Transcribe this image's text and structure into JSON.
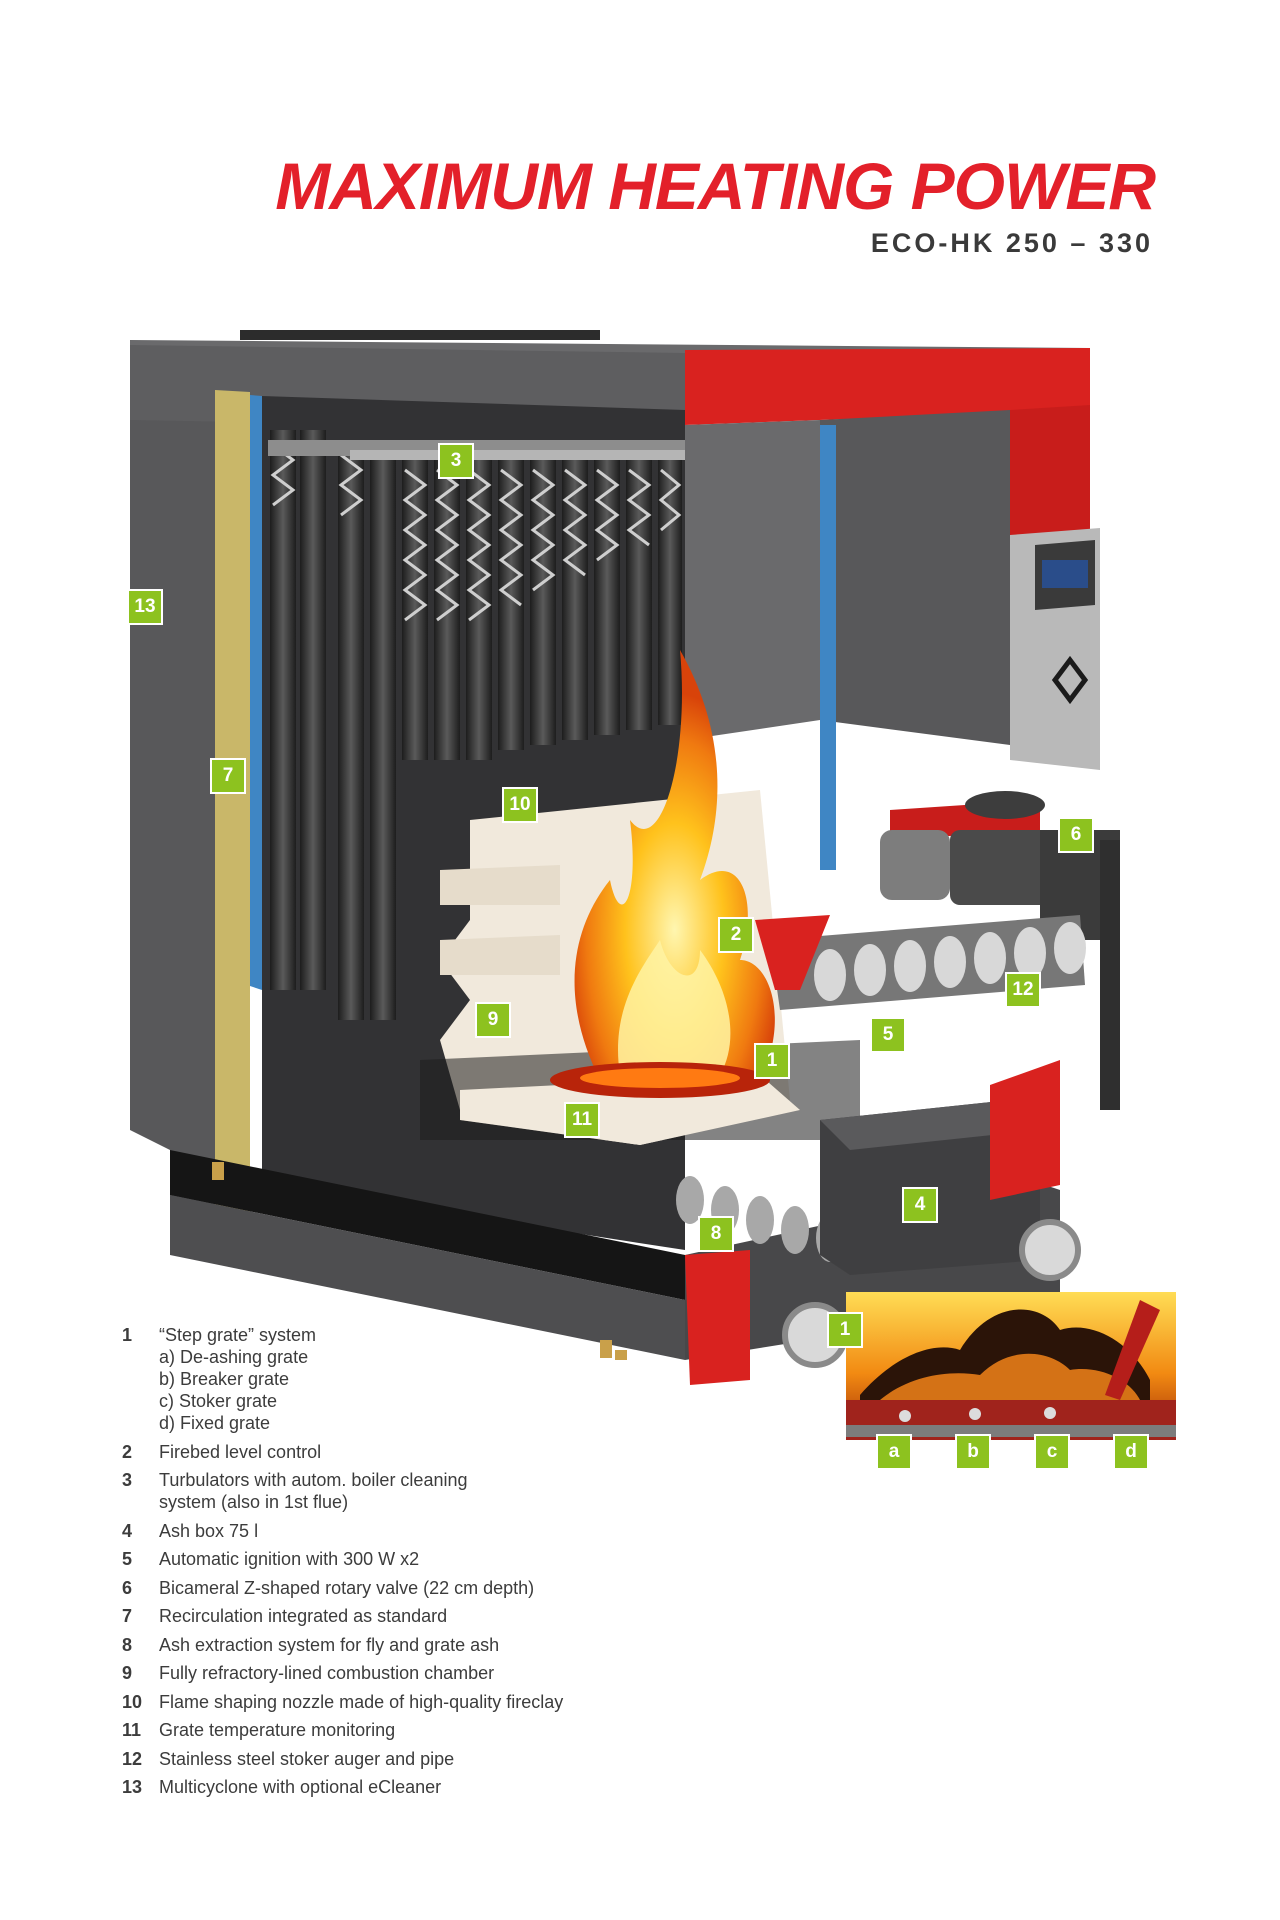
{
  "header": {
    "title": "MAXIMUM HEATING POWER",
    "subtitle": "ECO-HK 250 – 330"
  },
  "colors": {
    "accent_red": "#e3202a",
    "label_green": "#8dc21f",
    "housing_grey": "#5b5b5d",
    "insulation_yellow": "#c9b769",
    "refractory_cream": "#f1e9dc"
  },
  "callouts": [
    "1",
    "2",
    "3",
    "4",
    "5",
    "6",
    "7",
    "8",
    "9",
    "10",
    "11",
    "12",
    "13",
    "1",
    "a",
    "b",
    "c",
    "d"
  ],
  "legend": [
    {
      "num": "1",
      "text": "“Step grate” system",
      "subitems": [
        "a) De-ashing grate",
        "b) Breaker grate",
        "c) Stoker grate",
        "d) Fixed grate"
      ]
    },
    {
      "num": "2",
      "text": "Firebed level control"
    },
    {
      "num": "3",
      "text": "Turbulators with autom. boiler cleaning system (also in 1st flue)"
    },
    {
      "num": "4",
      "text": "Ash box 75 l"
    },
    {
      "num": "5",
      "text": "Automatic ignition with 300 W x2"
    },
    {
      "num": "6",
      "text": "Bicameral Z-shaped rotary valve (22 cm depth)"
    },
    {
      "num": "7",
      "text": "Recirculation integrated as standard"
    },
    {
      "num": "8",
      "text": "Ash extraction system for fly and grate ash"
    },
    {
      "num": "9",
      "text": "Fully refractory-lined combustion chamber"
    },
    {
      "num": "10",
      "text": "Flame shaping nozzle made of high-quality fireclay"
    },
    {
      "num": "11",
      "text": "Grate temperature monitoring"
    },
    {
      "num": "12",
      "text": "Stainless steel stoker auger and pipe"
    },
    {
      "num": "13",
      "text": "Multicyclone with optional eCleaner"
    }
  ]
}
